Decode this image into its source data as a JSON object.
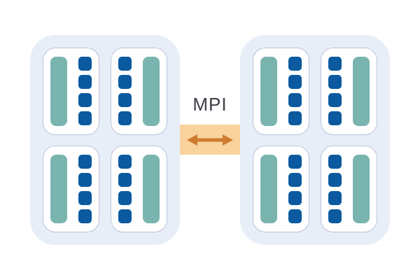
{
  "diagram": {
    "label": "MPI",
    "connection": "bidirectional",
    "colors": {
      "node_bg": "#e8eef7",
      "card_bg": "#ffffff",
      "card_border": "#b9c3dc",
      "memory_teal": "#7ab4af",
      "core_blue": "#0b5aa0",
      "band_bg": "#f9d29c",
      "arrow_orange": "#ce7b30",
      "label_text": "#3b4046"
    },
    "nodes": [
      {
        "name": "node-left",
        "sockets": [
          {
            "layout": "memory-left",
            "memory_bars": 1,
            "cores": 4
          },
          {
            "layout": "memory-right",
            "memory_bars": 1,
            "cores": 4
          },
          {
            "layout": "memory-left",
            "memory_bars": 1,
            "cores": 4
          },
          {
            "layout": "memory-right",
            "memory_bars": 1,
            "cores": 4
          }
        ]
      },
      {
        "name": "node-right",
        "sockets": [
          {
            "layout": "memory-left",
            "memory_bars": 1,
            "cores": 4
          },
          {
            "layout": "memory-right",
            "memory_bars": 1,
            "cores": 4
          },
          {
            "layout": "memory-left",
            "memory_bars": 1,
            "cores": 4
          },
          {
            "layout": "memory-right",
            "memory_bars": 1,
            "cores": 4
          }
        ]
      }
    ]
  }
}
